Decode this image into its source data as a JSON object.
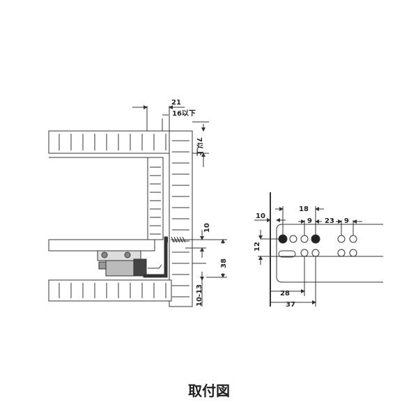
{
  "caption": "取付図",
  "side_view": {
    "dim_21": "21",
    "dim_16": "16以下",
    "dim_7": "7以上",
    "dim_10": "10",
    "dim_38": "38",
    "dim_10_13": "10-13"
  },
  "front_view": {
    "dim_10": "10",
    "dim_12": "12",
    "dim_18": "18",
    "dim_9a": "9",
    "dim_23": "23",
    "dim_9b": "9",
    "dim_28": "28",
    "dim_37": "37"
  },
  "colors": {
    "line": "#333333",
    "fill_dark": "#222222"
  }
}
